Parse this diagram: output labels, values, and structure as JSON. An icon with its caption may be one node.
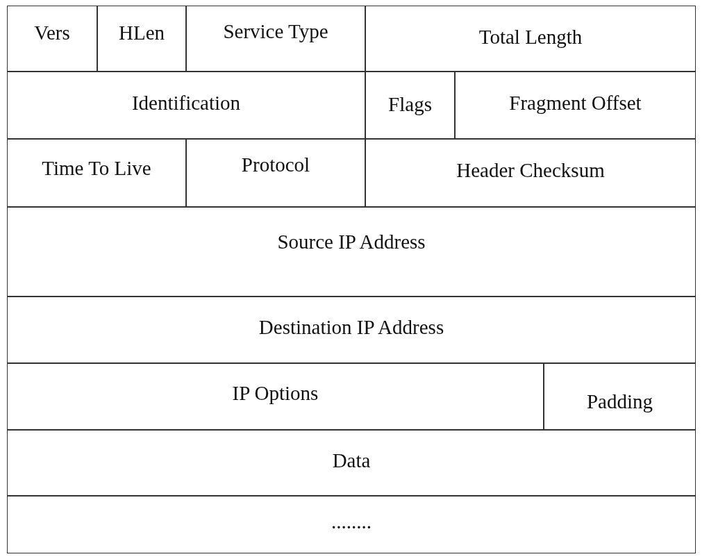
{
  "diagram": {
    "labels": [
      "Vers",
      "HLen",
      "Service Type",
      "Total Length",
      "Identification",
      "Flags",
      "Fragment Offset",
      "Time To Live",
      "Protocol",
      "Header Checksum",
      "Source IP Address",
      "Destination IP Address",
      "IP Options",
      "Padding",
      "Data",
      "........"
    ]
  }
}
